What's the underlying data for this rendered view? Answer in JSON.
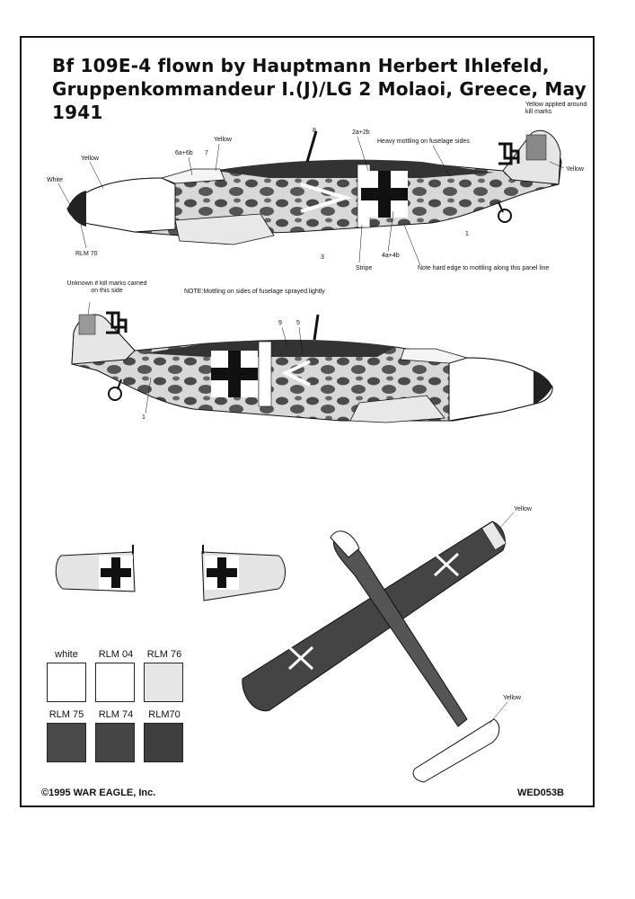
{
  "title": {
    "line1": "Bf 109E-4 flown by Hauptmann Herbert Ihlefeld,",
    "line2": "Gruppenkommandeur I.(J)/LG 2 Molaoi, Greece, May 1941"
  },
  "profile_starboard": {
    "labels": {
      "white": "White",
      "yellow_nose": "Yellow",
      "num_6a6b": "6a+6b",
      "num_7": "7",
      "yellow_canopy": "Yellow",
      "num_8": "8",
      "num_2a2b": "2a+2b",
      "heavy_mottling": "Heavy mottling on fuselage sides",
      "yellow_kills": "Yellow applied around kill marks",
      "yellow_tail": "Yellow",
      "rlm70": "RLM 70",
      "num_3": "3",
      "stripe": "Stripe",
      "num_4a4b": "4a+4b",
      "num_1": "1",
      "hard_edge": "Note hard edge to mottling along this panel line"
    }
  },
  "profile_port": {
    "labels": {
      "unknown_kills": "Unknown if kill marks carried on this side",
      "note": "NOTE:Mottling on sides of fuselage sprayed lightly",
      "num_9": "9",
      "num_5": "5",
      "num_1": "1"
    }
  },
  "plan_view": {
    "labels": {
      "yellow_wingtip": "Yellow",
      "yellow_tailplane": "Yellow"
    }
  },
  "swatches": [
    {
      "label": "white",
      "color": "#ffffff"
    },
    {
      "label": "RLM 04",
      "color": "#ffffff"
    },
    {
      "label": "RLM 76",
      "color": "#e6e6e6"
    },
    {
      "label": "RLM 75",
      "color": "#4a4a4a"
    },
    {
      "label": "RLM 74",
      "color": "#454545"
    },
    {
      "label": "RLM70",
      "color": "#3f3f3f"
    }
  ],
  "footer": {
    "copyright": "©1995 WAR EAGLE, Inc.",
    "code": "WED053B"
  }
}
